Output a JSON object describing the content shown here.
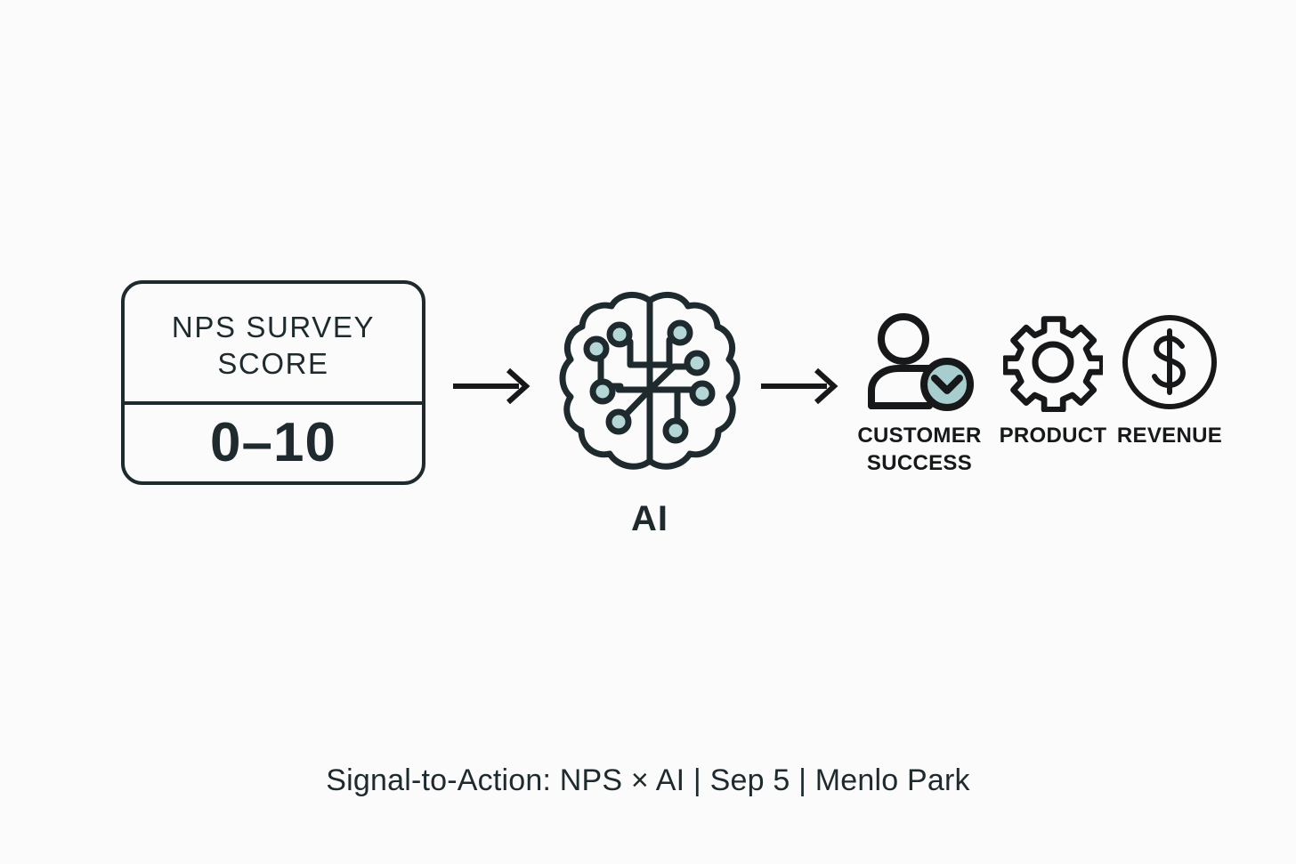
{
  "theme": {
    "background": "#FBFBFB",
    "ink": "#1E2A2E",
    "accent_teal": "#A8CDCE",
    "node_teal": "#B5D6D6"
  },
  "flow": {
    "input_card": {
      "title_line_1": "NPS SURVEY",
      "title_line_2": "SCORE",
      "range_value": "0–10"
    },
    "arrow_1": "arrow-right",
    "processor": {
      "icon": "brain-circuit-icon",
      "label": "AI",
      "node_count": 8
    },
    "arrow_2": "arrow-right",
    "outcomes": [
      {
        "icon": "customer-success-icon",
        "label": "CUSTOMER\nSUCCESS"
      },
      {
        "icon": "gear-icon",
        "label": "PRODUCT"
      },
      {
        "icon": "dollar-circle-icon",
        "label": "REVENUE"
      }
    ]
  },
  "caption": "Signal-to-Action: NPS × AI | Sep 5 | Menlo Park"
}
